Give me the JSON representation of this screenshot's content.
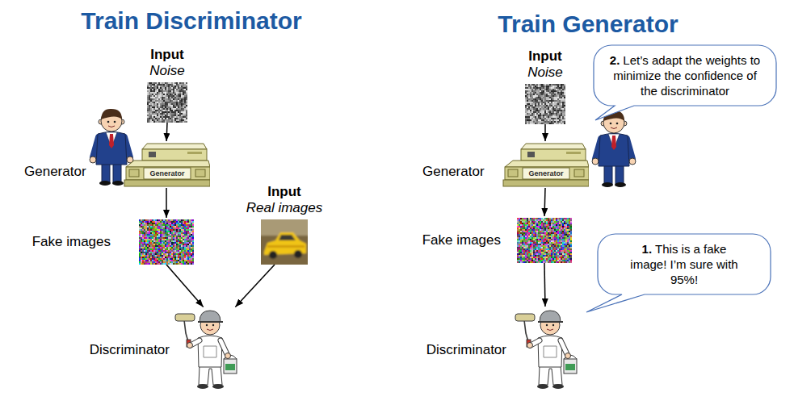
{
  "diagram": {
    "nodes": [
      {
        "text": [
          "Input",
          "Noise"
        ]
      },
      {
        "text": [
          "Generator"
        ]
      },
      {
        "text": [
          "Fake images"
        ]
      },
      {
        "text": [
          "Input",
          "Real images"
        ]
      },
      {
        "text": [
          "Discriminator"
        ]
      },
      {
        "text": [
          "Input",
          "Noise"
        ]
      },
      {
        "text": [
          "2.",
          "Let’s adapt the weights to minimize the confidence of the discriminator"
        ]
      },
      {
        "text": [
          "Generator"
        ]
      },
      {
        "text": [
          "Fake images"
        ]
      },
      {
        "text": [
          "1.",
          "This is a fake image! I’m sure with 95%!"
        ]
      },
      {
        "text": [
          "Discriminator"
        ]
      }
    ],
    "edges": [
      {
        "from": 0,
        "to": 1,
        "arrow": "to"
      },
      {
        "from": 1,
        "to": 2,
        "arrow": "to"
      },
      {
        "from": 2,
        "to": 4,
        "arrow": "to"
      },
      {
        "from": 3,
        "to": 4,
        "arrow": "to"
      },
      {
        "from": 5,
        "to": 7,
        "arrow": "to"
      },
      {
        "from": 7,
        "to": 8,
        "arrow": "to"
      },
      {
        "from": 8,
        "to": 10,
        "arrow": "to"
      }
    ],
    "labels": [
      "Train Discriminator",
      "Train Generator",
      "Generator",
      "Generator"
    ]
  }
}
